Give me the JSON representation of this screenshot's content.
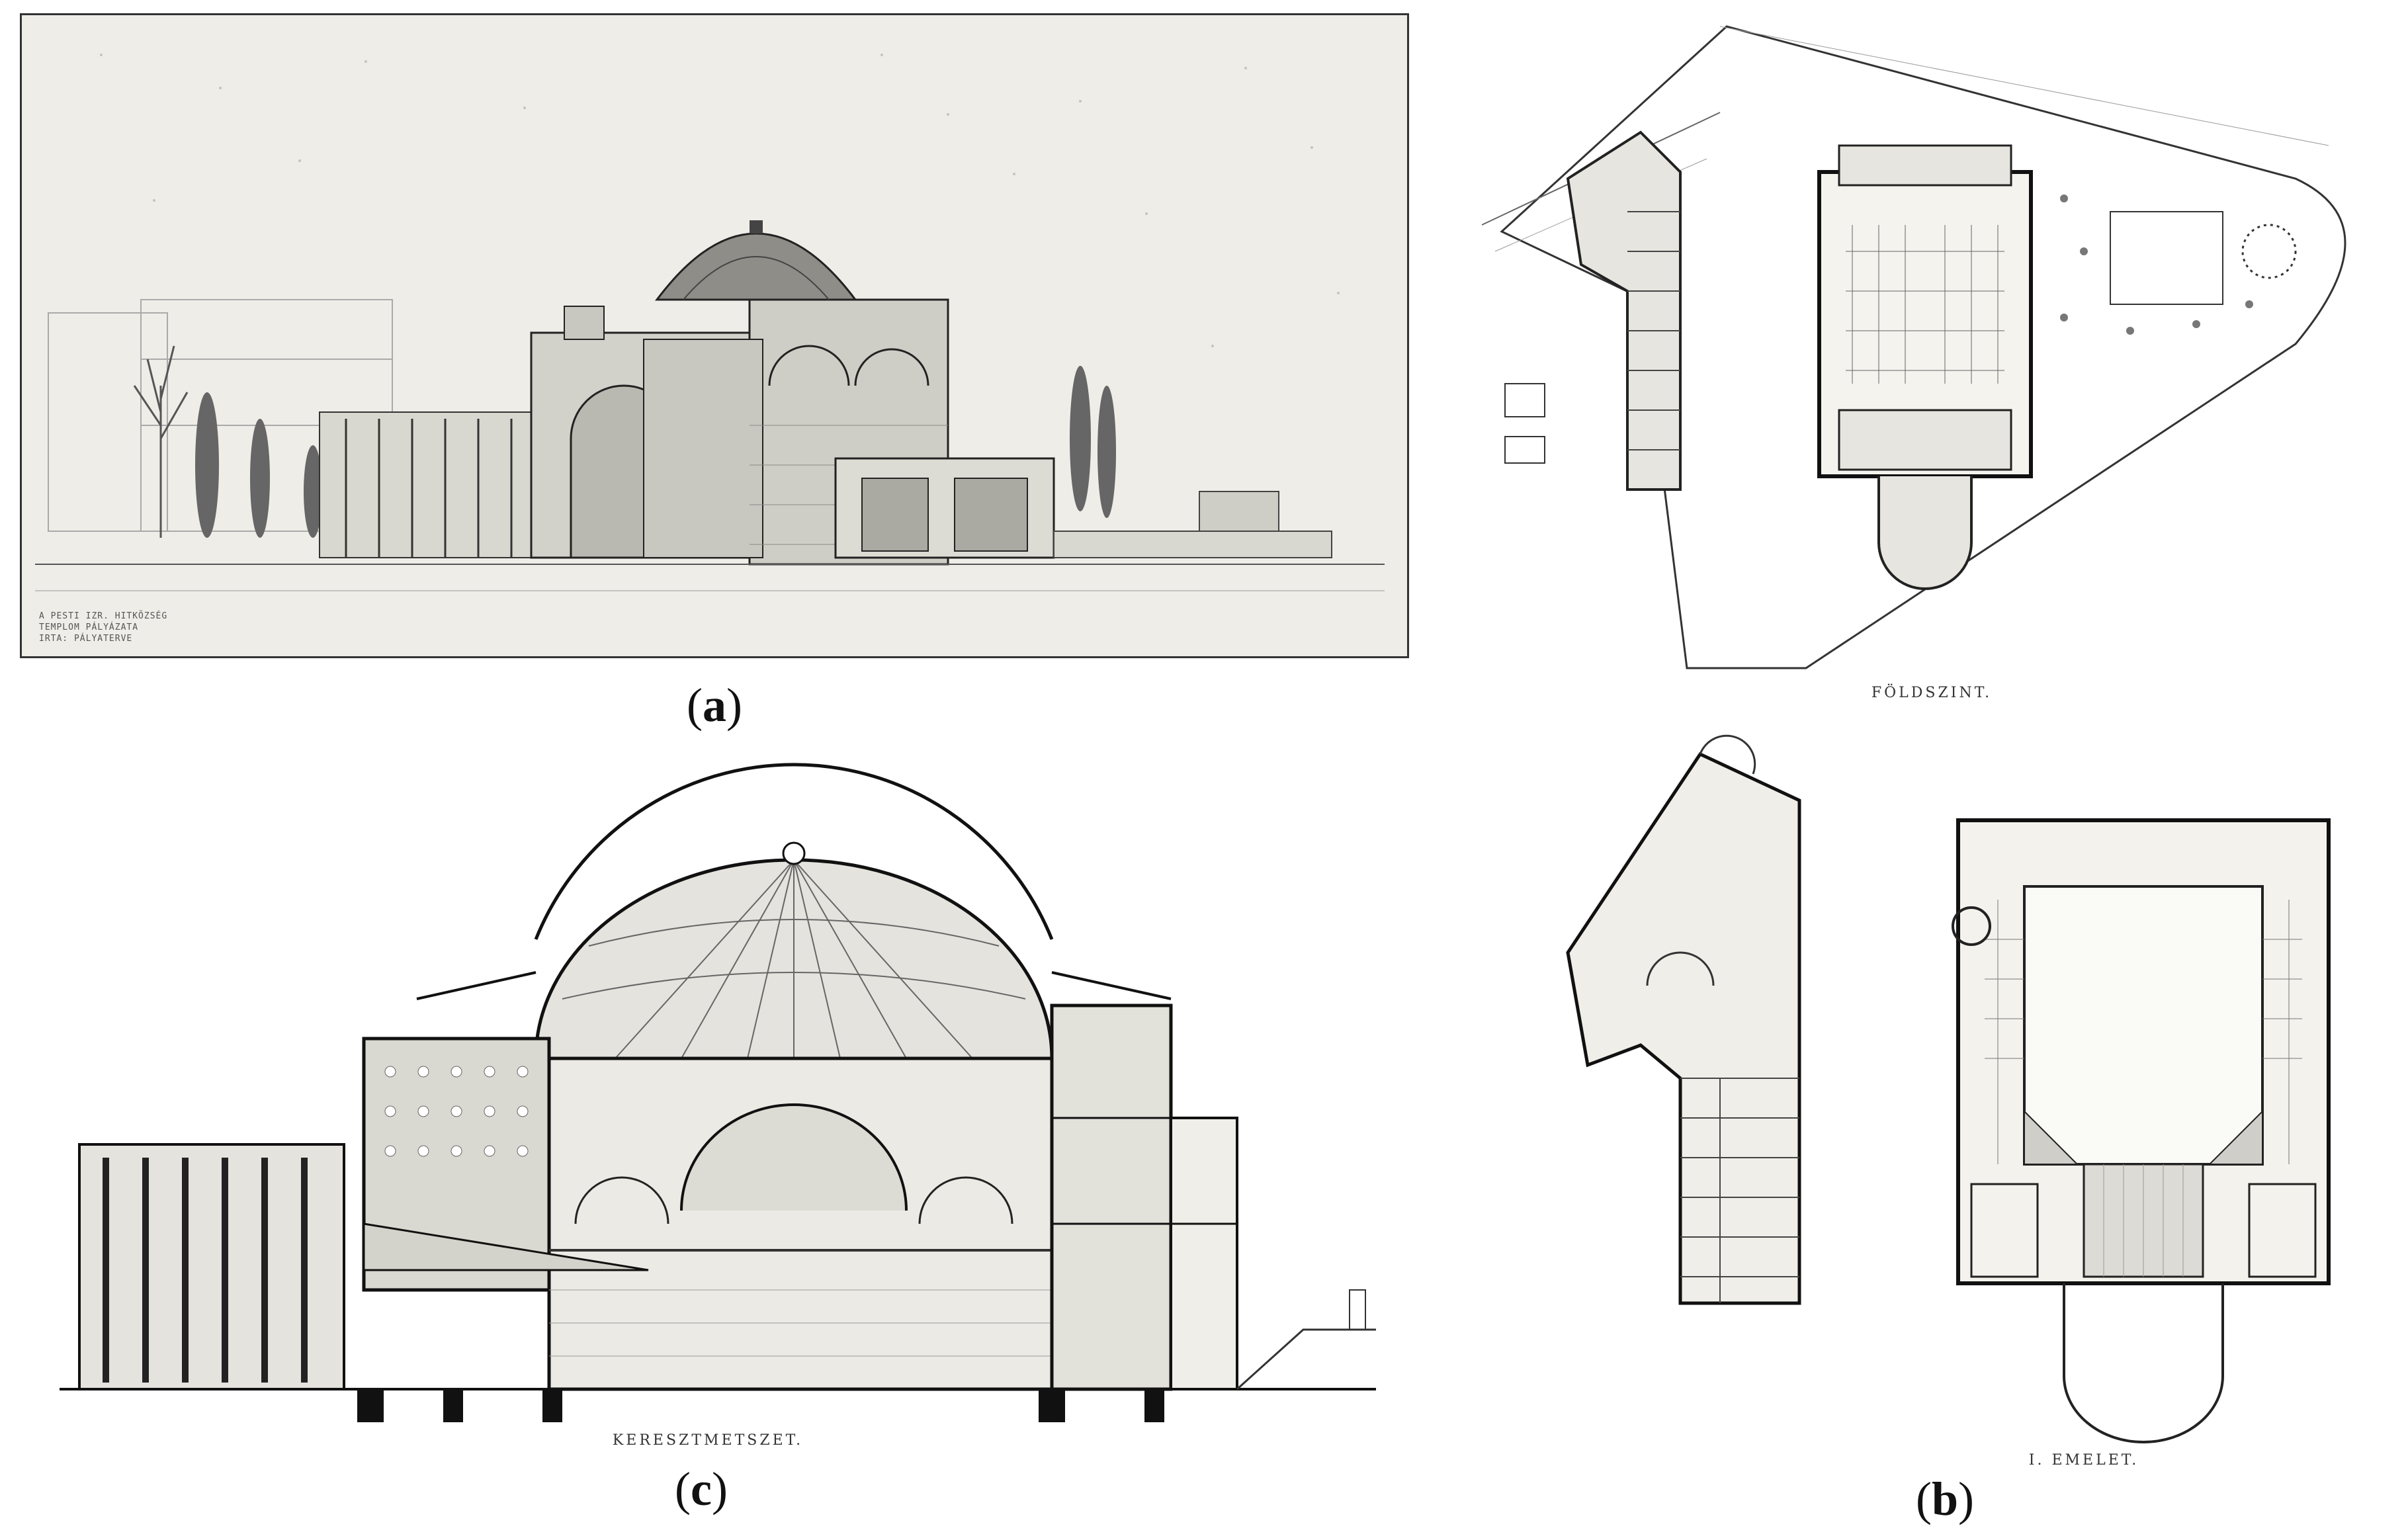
{
  "figure": {
    "panel_a": {
      "label_open": "(",
      "label_letter": "a",
      "label_close": ")",
      "stamp_lines": [
        "A PESTI IZR. HITKÖZSÉG",
        "TEMPLOM PÁLYÁZATA",
        "IRTA: PÁLYATERVE"
      ]
    },
    "panel_b": {
      "label_open": "(",
      "label_letter": "b",
      "label_close": ")",
      "ground_floor_caption": "FÖLDSZINT.",
      "first_floor_caption": "I. EMELET."
    },
    "panel_c": {
      "label_open": "(",
      "label_letter": "c",
      "label_close": ")",
      "section_caption": "KERESZTMETSZET."
    }
  },
  "colors": {
    "ink": "#222222",
    "paper": "#eeede8",
    "background": "#ffffff"
  }
}
